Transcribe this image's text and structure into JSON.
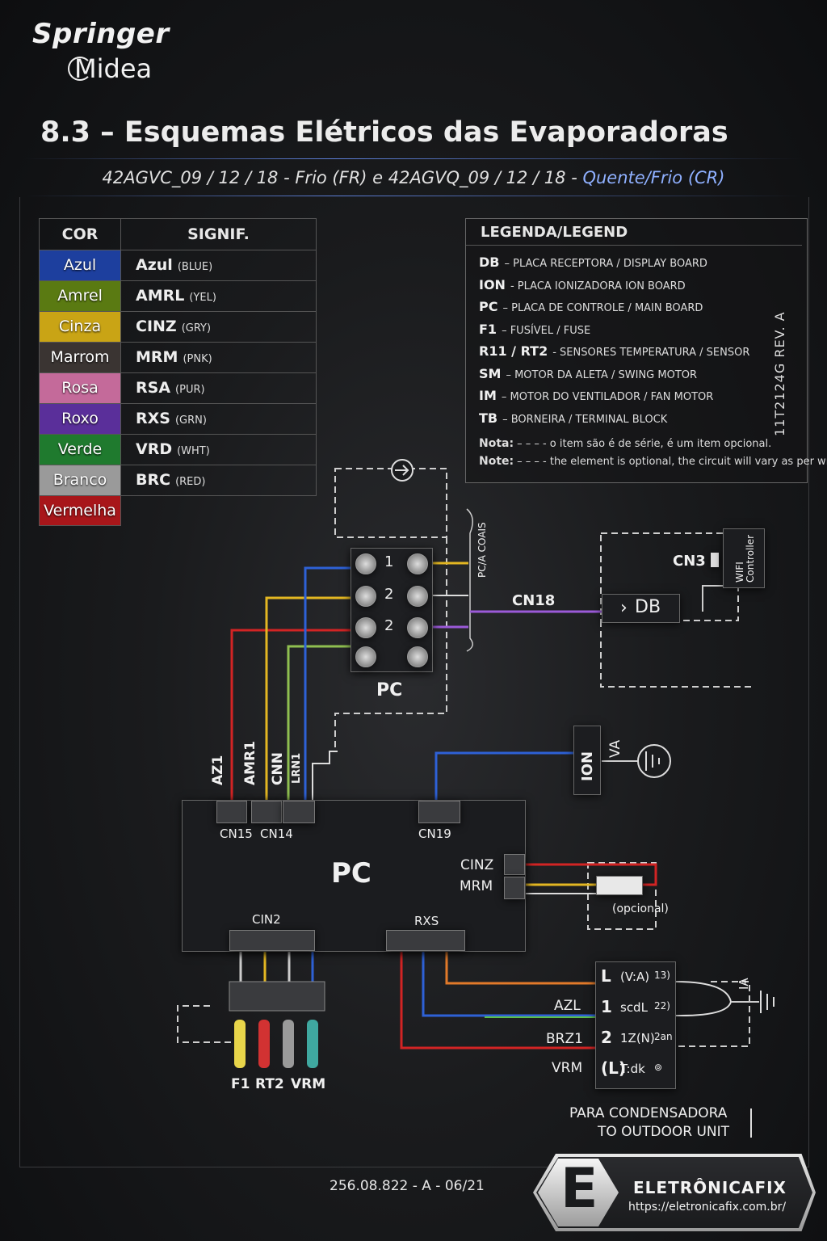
{
  "brand": {
    "line1": "Springer",
    "line2": "Midea"
  },
  "title": "8.3 – Esquemas Elétricos das Evaporadoras",
  "subtitle": {
    "main": "42AGVC_09 / 12 / 18 - Frio (FR) e 42AGVQ_09 / 12 / 18 - ",
    "highlight": "Quente/Frio (CR)"
  },
  "color_table": {
    "header_cor": "COR",
    "header_signif": "SIGNIF.",
    "rows": [
      {
        "cor": "Azul",
        "signif": "Azul",
        "en": "(BLUE)",
        "color": "#1d3f9e"
      },
      {
        "cor": "Amrel",
        "signif": "AMRL",
        "en": "(YEL)",
        "color": "#5a7a12"
      },
      {
        "cor": "Cinza",
        "signif": "CINZ",
        "en": "(GRY)",
        "color": "#c9a415"
      },
      {
        "cor": "Marrom",
        "signif": "MRM",
        "en": "(PNK)",
        "color": "#3a3432"
      },
      {
        "cor": "Rosa",
        "signif": "RSA",
        "en": "(PUR)",
        "color": "#c46a9a"
      },
      {
        "cor": "Roxo",
        "signif": "RXS",
        "en": "(GRN)",
        "color": "#5a2f9a"
      },
      {
        "cor": "Verde",
        "signif": "VRD",
        "en": "(WHT)",
        "color": "#1f7a2e"
      },
      {
        "cor": "Branco",
        "signif": "BRC",
        "en": "(RED)",
        "color": "#9a9a9a"
      }
    ],
    "last": {
      "cor": "Vermelha",
      "color": "#a8161a"
    }
  },
  "legend": {
    "title": "LEGENDA/LEGEND",
    "items": [
      {
        "code": "DB",
        "desc": "–  PLACA RECEPTORA / DISPLAY BOARD"
      },
      {
        "code": "ION",
        "desc": "-  PLACA IONIZADORA ION BOARD"
      },
      {
        "code": "PC",
        "desc": "–  PLACA DE CONTROLE / MAIN BOARD"
      },
      {
        "code": "F1",
        "desc": "–  FUSÍVEL / FUSE"
      },
      {
        "code": "R11 / RT2",
        "desc": "- SENSORES TEMPERATURA / SENSOR"
      },
      {
        "code": "SM",
        "desc": "–  MOTOR DA ALETA / SWING MOTOR"
      },
      {
        "code": "IM",
        "desc": "–  MOTOR DO VENTILADOR / FAN MOTOR"
      },
      {
        "code": "TB",
        "desc": "–  BORNEIRA / TERMINAL BLOCK"
      }
    ],
    "nota_label": "Nota:",
    "nota_text": "– – – - o item são é de série, é um item opcional.",
    "note_label": "Note:",
    "note_text": "– – – - the element is optional, the circuit will vary as per wmer.",
    "vertical_code": "11T2124G REV. A"
  },
  "diagram": {
    "tb_label": "PC",
    "tb_numbers": [
      "1",
      "2",
      "2",
      ""
    ],
    "side_text": "PC/A COAIS",
    "cn18": "CN18",
    "cn3": "CN3",
    "db": "DB",
    "wifi": "WIFI Controller",
    "wire_labels": [
      "AZ1",
      "AMR1",
      "CNN",
      "LRN1"
    ],
    "ion": "ION",
    "va": "VA",
    "pc_main": "PC",
    "cn15": "CN15",
    "cn14": "CN14",
    "cn19": "CN19",
    "cinz": "CINZ",
    "mrm": "MRM",
    "opcional": "(opcional)",
    "cin2": "CIN2",
    "rxs": "RXS",
    "sensor_labels": [
      "F1",
      "RT2",
      "VRM"
    ],
    "terminal_rows": [
      {
        "a": "L",
        "b": "(V:A)",
        "c": "13)"
      },
      {
        "a": "1",
        "b": "scdL",
        "c": "22)"
      },
      {
        "a": "2",
        "b": "1Z(N)",
        "c": "2an"
      },
      {
        "a": "(L)",
        "b": "T:dk",
        "c": "⊚"
      }
    ],
    "term_wire_labels": [
      "AZL",
      "BRZ1",
      "VRM"
    ],
    "term_ground": "IA",
    "to_outdoor_pt": "PARA CONDENSADORA",
    "to_outdoor_en": "TO OUTDOOR UNIT"
  },
  "footer_code": "256.08.822 - A - 06/21",
  "watermark": {
    "letter": "E",
    "name": "ELETRÔNICAFIX",
    "url": "https://eletronicafix.com.br/"
  }
}
